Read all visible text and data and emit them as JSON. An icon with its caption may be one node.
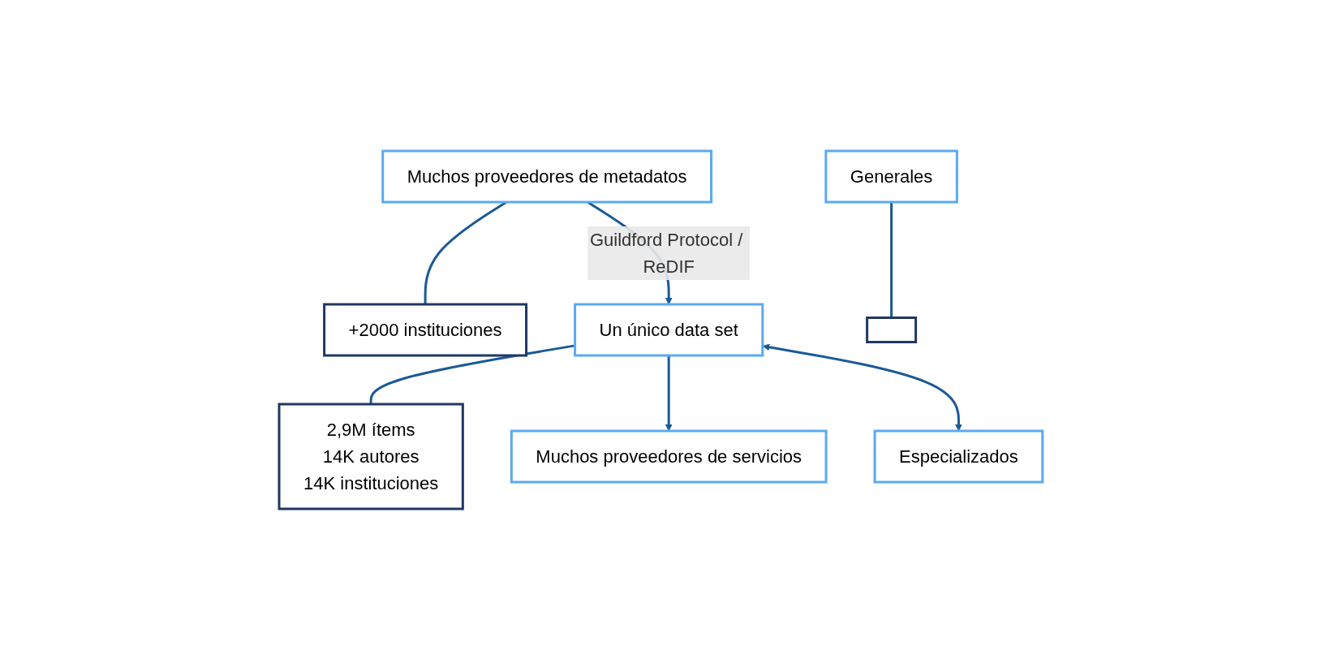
{
  "diagram": {
    "nodes": [
      {
        "text": [
          "Muchos proveedores de metadatos"
        ]
      },
      {
        "text": [
          "+2000 instituciones"
        ]
      },
      {
        "text": [
          "Un único data set"
        ]
      },
      {
        "text": [
          "2,9M ítems",
          "14K autores",
          "14K instituciones"
        ]
      },
      {
        "text": [
          "Muchos proveedores de servicios"
        ]
      },
      {
        "text": [
          "Especializados"
        ]
      },
      {
        "text": [
          "Generales"
        ]
      },
      {
        "text": [],
        "shape": "box"
      }
    ],
    "edges": [
      {
        "from": 0,
        "to": 1,
        "arrow": "none"
      },
      {
        "from": 0,
        "to": 2,
        "arrow": "to",
        "label": "Guildford Protocol / ReDIF"
      },
      {
        "from": 2,
        "to": 3,
        "arrow": "none"
      },
      {
        "from": 2,
        "to": 4,
        "arrow": "to"
      },
      {
        "from": 2,
        "to": 5,
        "arrow": "both"
      },
      {
        "from": 6,
        "to": 7,
        "arrow": "none"
      }
    ]
  }
}
